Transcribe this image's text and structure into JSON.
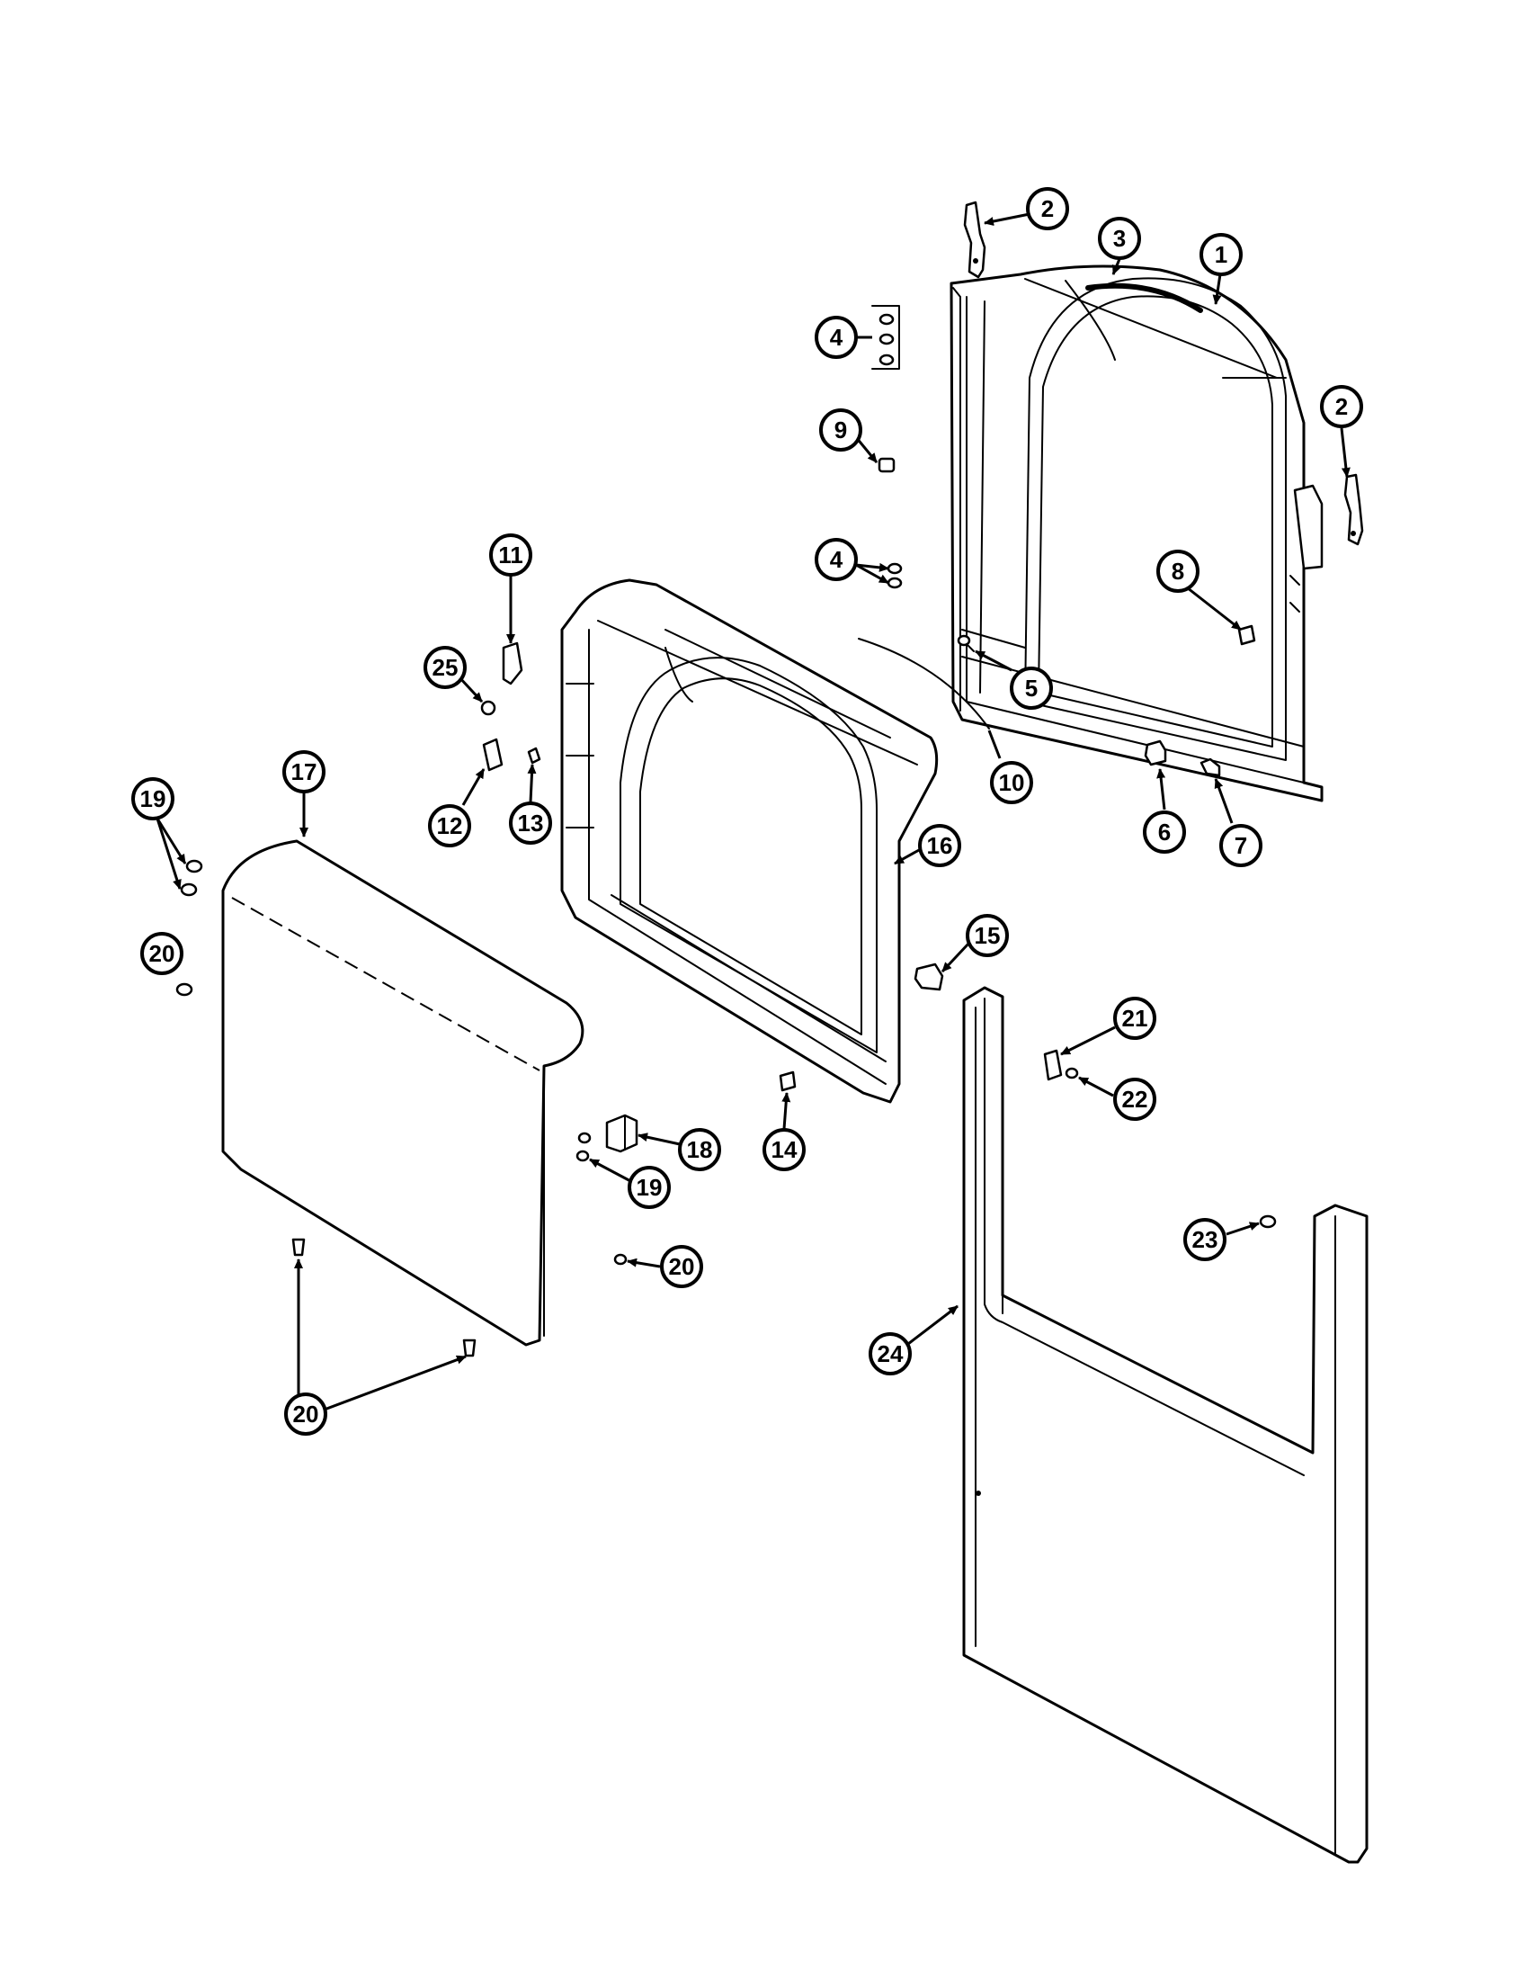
{
  "diagram": {
    "callouts": [
      {
        "id": "c1",
        "label": "1"
      },
      {
        "id": "c2a",
        "label": "2"
      },
      {
        "id": "c2b",
        "label": "2"
      },
      {
        "id": "c3",
        "label": "3"
      },
      {
        "id": "c4a",
        "label": "4"
      },
      {
        "id": "c4b",
        "label": "4"
      },
      {
        "id": "c5",
        "label": "5"
      },
      {
        "id": "c6",
        "label": "6"
      },
      {
        "id": "c7",
        "label": "7"
      },
      {
        "id": "c8",
        "label": "8"
      },
      {
        "id": "c9",
        "label": "9"
      },
      {
        "id": "c10",
        "label": "10"
      },
      {
        "id": "c11",
        "label": "11"
      },
      {
        "id": "c12",
        "label": "12"
      },
      {
        "id": "c13",
        "label": "13"
      },
      {
        "id": "c14",
        "label": "14"
      },
      {
        "id": "c15",
        "label": "15"
      },
      {
        "id": "c16",
        "label": "16"
      },
      {
        "id": "c17",
        "label": "17"
      },
      {
        "id": "c18",
        "label": "18"
      },
      {
        "id": "c19a",
        "label": "19"
      },
      {
        "id": "c19b",
        "label": "19"
      },
      {
        "id": "c20a",
        "label": "20"
      },
      {
        "id": "c20b",
        "label": "20"
      },
      {
        "id": "c20c",
        "label": "20"
      },
      {
        "id": "c21",
        "label": "21"
      },
      {
        "id": "c22",
        "label": "22"
      },
      {
        "id": "c23",
        "label": "23"
      },
      {
        "id": "c24",
        "label": "24"
      },
      {
        "id": "c25",
        "label": "25"
      }
    ]
  }
}
